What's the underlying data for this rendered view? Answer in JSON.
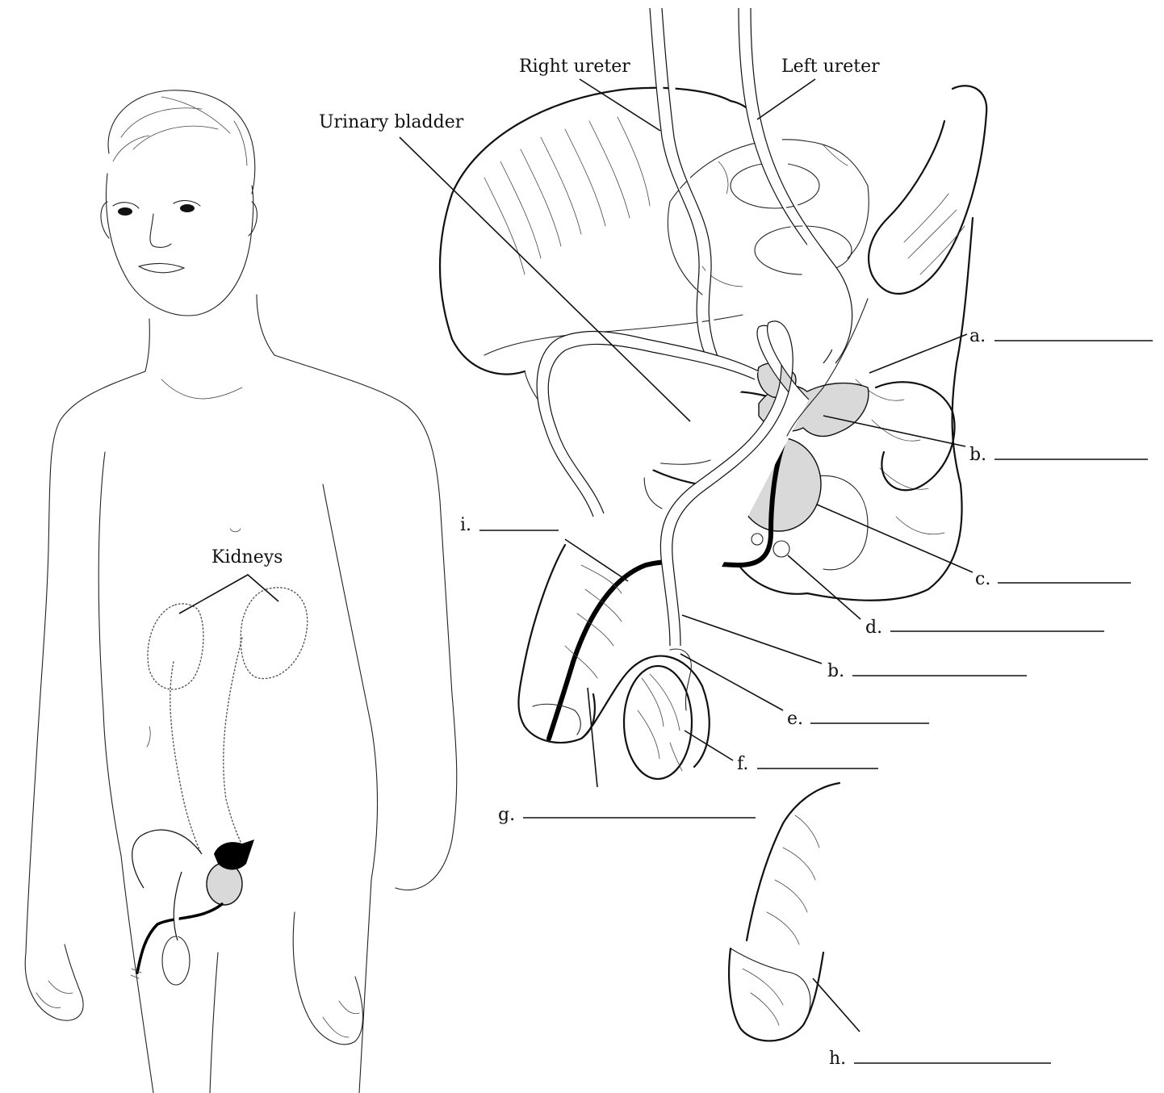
{
  "labels": {
    "right_ureter": "Right ureter",
    "left_ureter": "Left ureter",
    "urinary_bladder": "Urinary bladder",
    "kidneys": "Kidneys",
    "a": "a.",
    "b1": "b.",
    "b2": "b.",
    "c": "c.",
    "d": "d.",
    "e": "e.",
    "f": "f.",
    "g": "g.",
    "h": "h.",
    "i": "i."
  }
}
